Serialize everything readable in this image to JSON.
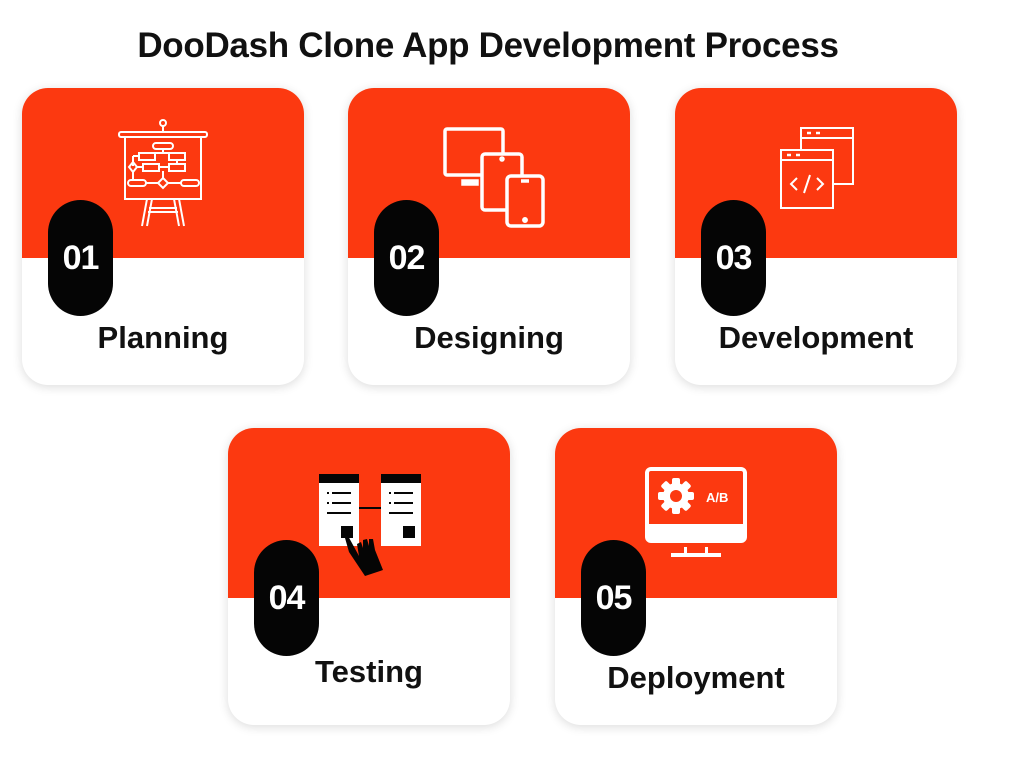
{
  "title": "DooDash Clone App Development Process",
  "colors": {
    "accent": "#fc3910",
    "badge": "#050505",
    "text": "#111111",
    "card_bg": "#ffffff"
  },
  "steps": [
    {
      "number": "01",
      "label": "Planning",
      "icon": "flowchart-presentation-board-icon"
    },
    {
      "number": "02",
      "label": "Designing",
      "icon": "responsive-devices-icon"
    },
    {
      "number": "03",
      "label": "Development",
      "icon": "code-windows-icon"
    },
    {
      "number": "04",
      "label": "Testing",
      "icon": "ab-test-hand-click-icon"
    },
    {
      "number": "05",
      "label": "Deployment",
      "icon": "monitor-gear-ab-icon"
    }
  ]
}
